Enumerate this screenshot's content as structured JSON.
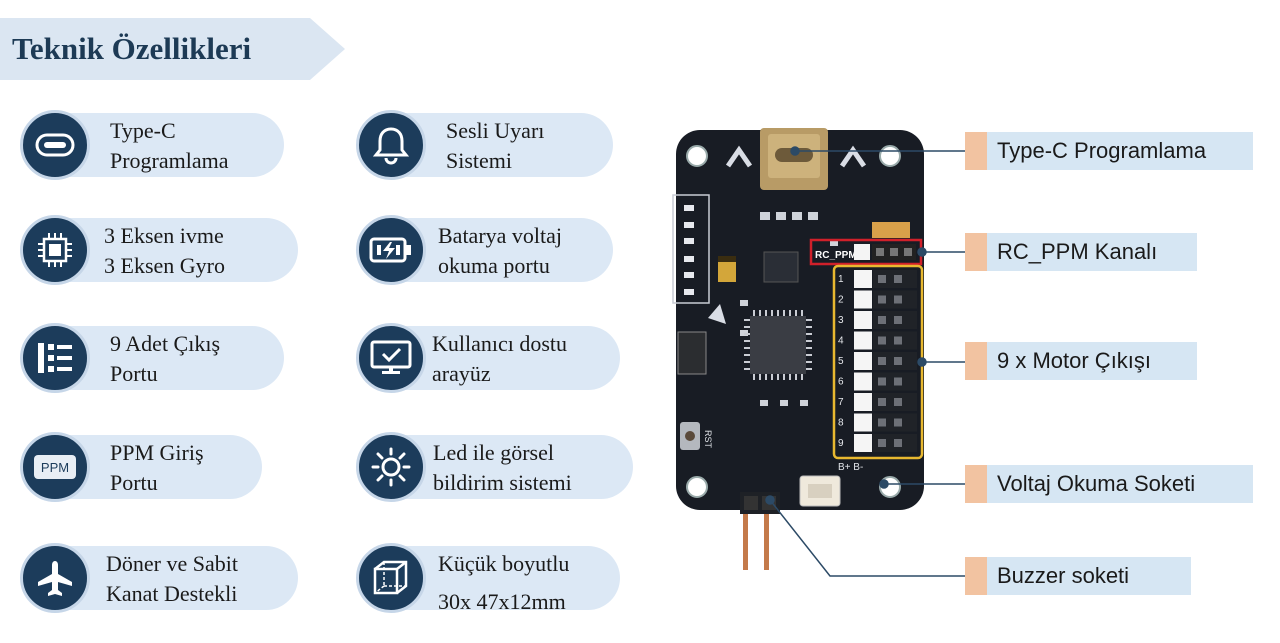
{
  "title": "Teknik Özellikleri",
  "features_left": [
    {
      "icon": "usb-c-icon",
      "line1": "Type-C",
      "line2": "Programlama"
    },
    {
      "icon": "chip-icon",
      "line1": "3 Eksen ivme",
      "line2": "3 Eksen Gyro"
    },
    {
      "icon": "list-icon",
      "line1": "9 Adet Çıkış",
      "line2": "Portu"
    },
    {
      "icon": "ppm-icon",
      "line1": "PPM Giriş",
      "line2": "Portu",
      "icon_text": "PPM"
    },
    {
      "icon": "airplane-icon",
      "line1": "Döner ve Sabit",
      "line2": "Kanat Destekli"
    }
  ],
  "features_right": [
    {
      "icon": "bell-icon",
      "line1": "Sesli Uyarı",
      "line2": "Sistemi"
    },
    {
      "icon": "battery-charging-icon",
      "line1": "Batarya voltaj",
      "line2": "okuma portu"
    },
    {
      "icon": "monitor-check-icon",
      "line1": "Kullanıcı dostu",
      "line2": "arayüz"
    },
    {
      "icon": "sun-icon",
      "line1": "Led ile görsel",
      "line2": "bildirim sistemi"
    },
    {
      "icon": "cube-icon",
      "line1": "Küçük boyutlu",
      "line2": "30x 47x12mm"
    }
  ],
  "callouts": [
    {
      "label": "Type-C Programlama"
    },
    {
      "label": "RC_PPM Kanalı"
    },
    {
      "label": "9 x Motor Çıkışı"
    },
    {
      "label": "Voltaj Okuma Soketi"
    },
    {
      "label": "Buzzer soketi"
    }
  ],
  "board_silkscreen": {
    "rc_ppm": "RC_PPM",
    "rst": "RST",
    "pins": [
      "1",
      "2",
      "3",
      "4",
      "5",
      "6",
      "7",
      "8",
      "9"
    ],
    "battery": "B+ B-"
  },
  "colors": {
    "icon_circle": "#1c3c5b",
    "pill": "#dce8f5",
    "callout_tab": "#f2c3a1",
    "callout_bg": "#d6e6f3",
    "highlight_red": "#d0202a",
    "highlight_yellow": "#e8b830"
  }
}
